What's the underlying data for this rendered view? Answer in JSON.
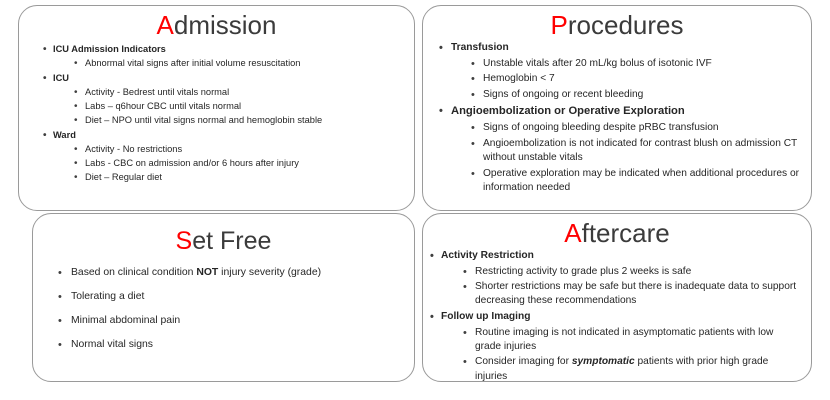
{
  "meta": {
    "accent_color": "#FF0000",
    "text_color": "#262626",
    "border_color": "#9a9a9a",
    "background": "#ffffff",
    "bullet_glyph": "•"
  },
  "panels": {
    "admission": {
      "title_cap": "A",
      "title_rest": "dmission",
      "items": [
        {
          "level": 1,
          "text": "ICU Admission Indicators"
        },
        {
          "level": 2,
          "text": "Abnormal vital signs after initial volume resuscitation"
        },
        {
          "level": 1,
          "text": "ICU"
        },
        {
          "level": 2,
          "text": "Activity - Bedrest until vitals normal"
        },
        {
          "level": 2,
          "text": "Labs – q6hour CBC until vitals normal"
        },
        {
          "level": 2,
          "text": "Diet – NPO until vital signs normal and hemoglobin stable"
        },
        {
          "level": 1,
          "text": "Ward"
        },
        {
          "level": 2,
          "text": "Activity - No restrictions"
        },
        {
          "level": 2,
          "text": "Labs - CBC on admission and/or 6 hours after injury"
        },
        {
          "level": 2,
          "text": "Diet – Regular diet"
        }
      ]
    },
    "procedures": {
      "title_cap": "P",
      "title_rest": "rocedures",
      "items": [
        {
          "level": 1,
          "text": "Transfusion"
        },
        {
          "level": 2,
          "text": "Unstable vitals after 20 mL/kg bolus of isotonic IVF"
        },
        {
          "level": 2,
          "text": "Hemoglobin < 7"
        },
        {
          "level": 2,
          "text": "Signs of ongoing or recent bleeding"
        },
        {
          "level": 1,
          "text": "Angioembolization or Operative Exploration"
        },
        {
          "level": 2,
          "text": "Signs of ongoing bleeding despite pRBC transfusion"
        },
        {
          "level": 2,
          "text": "Angioembolization is not indicated for contrast blush on admission CT without unstable vitals"
        },
        {
          "level": 2,
          "text": "Operative exploration may be indicated when additional procedures or information needed"
        }
      ]
    },
    "setfree": {
      "title_cap": "S",
      "title_rest": "et Free",
      "items": [
        {
          "level": 1,
          "text": "Based on clinical condition NOT injury severity (grade)"
        },
        {
          "level": 1,
          "text": "Tolerating a diet"
        },
        {
          "level": 1,
          "text": "Minimal abdominal pain"
        },
        {
          "level": 1,
          "text": "Normal vital signs"
        }
      ]
    },
    "aftercare": {
      "title_cap": "A",
      "title_rest": "ftercare",
      "items": [
        {
          "level": 1,
          "text": "Activity Restriction"
        },
        {
          "level": 2,
          "text": "Restricting activity to grade plus 2 weeks is safe"
        },
        {
          "level": 2,
          "text": "Shorter restrictions may be safe but there is inadequate data to support decreasing these recommendations"
        },
        {
          "level": 1,
          "text": "Follow up Imaging"
        },
        {
          "level": 2,
          "text": "Routine imaging is not indicated in asymptomatic patients with low grade injuries"
        },
        {
          "level": 2,
          "text": "Consider imaging for symptomatic patients with prior high grade injuries"
        }
      ]
    }
  },
  "emphasis": {
    "setfree_item0_bold": "NOT",
    "aftercare_item5_bolditalic": "symptomatic"
  }
}
